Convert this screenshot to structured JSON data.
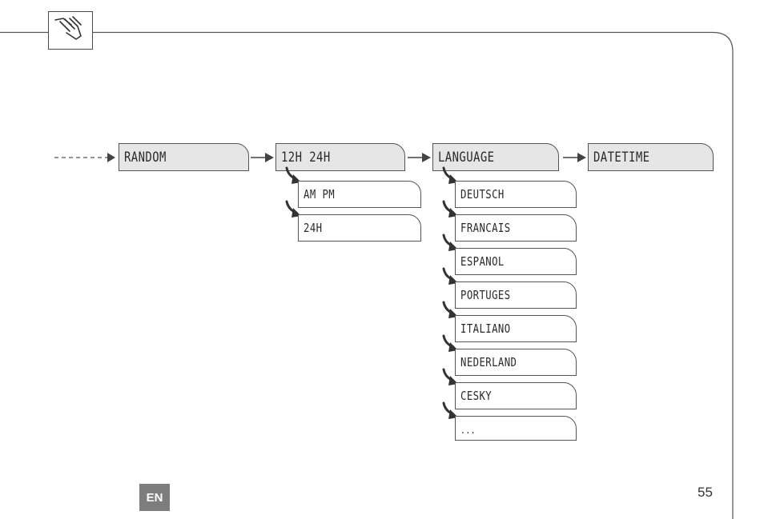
{
  "menu": {
    "main": [
      {
        "label": "RANDOM"
      },
      {
        "label": "12H 24H"
      },
      {
        "label": "LANGUAGE"
      },
      {
        "label": "DATETIME"
      }
    ],
    "time_format_options": [
      {
        "label": "AM PM"
      },
      {
        "label": "24H"
      }
    ],
    "language_options": [
      {
        "label": "DEUTSCH"
      },
      {
        "label": "FRANCAIS"
      },
      {
        "label": "ESPANOL"
      },
      {
        "label": "PORTUGES"
      },
      {
        "label": "ITALIANO"
      },
      {
        "label": "NEDERLAND"
      },
      {
        "label": "CESKY"
      },
      {
        "label": "..."
      }
    ]
  },
  "footer": {
    "language_badge": "EN",
    "page_number": "55"
  },
  "icons": {
    "header": "hand-icon",
    "flow": "arrow-right-icon",
    "submenu": "curved-arrow-icon"
  },
  "colors": {
    "menu_fill": "#e6e6e6",
    "badge": "#7d7d7d",
    "line": "#555555"
  }
}
